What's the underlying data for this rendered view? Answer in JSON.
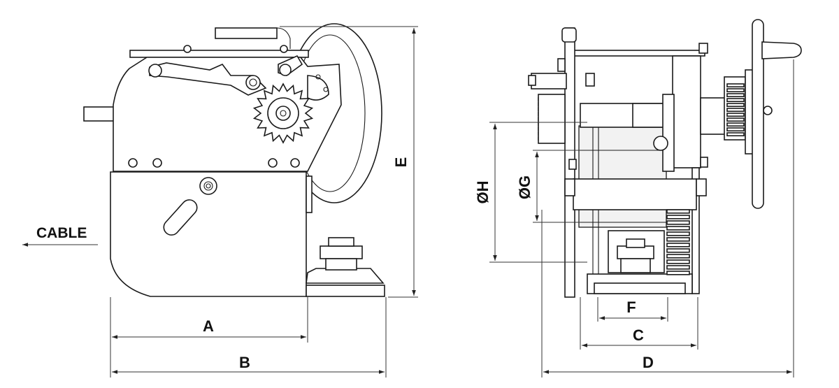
{
  "labels": {
    "cable": "CABLE",
    "a": "A",
    "b": "B",
    "c": "C",
    "d": "D",
    "e": "E",
    "f": "F",
    "g": "ØG",
    "h": "ØH"
  }
}
